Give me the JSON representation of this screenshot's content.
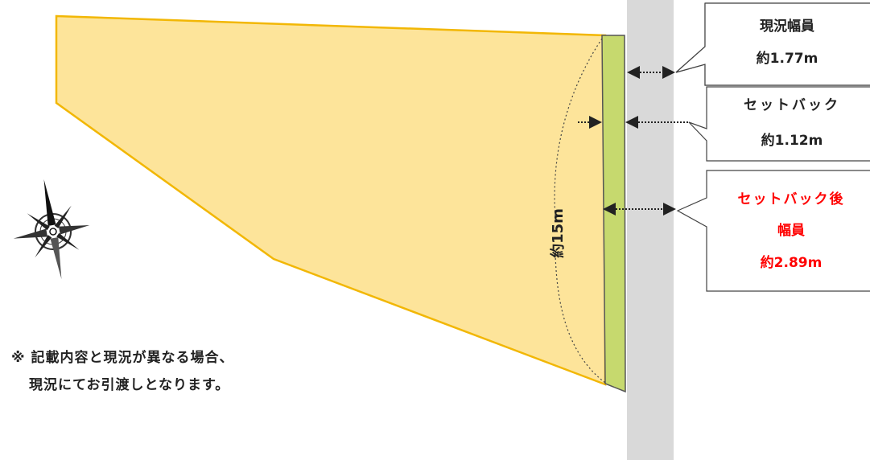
{
  "lot_depth_label": "約15m",
  "callouts": {
    "current_width": {
      "title": "現況幅員",
      "value": "約1.77m"
    },
    "setback": {
      "title": "セットバック",
      "value": "約1.12m"
    },
    "after_setback": {
      "title_line1": "セットバック後",
      "title_line2": "幅員",
      "value": "約2.89m"
    }
  },
  "note": {
    "line1": "※ 記載内容と現況が異なる場合、",
    "line2": "現況にてお引渡しとなります。"
  },
  "colors": {
    "lot_fill": "#fde49a",
    "lot_stroke": "#f2b705",
    "setback_fill": "#c6d96e",
    "road_fill": "#d9d9d9",
    "highlight_text": "#ff0000",
    "text": "#222222"
  },
  "icons": {
    "compass": "compass-rose-icon"
  }
}
